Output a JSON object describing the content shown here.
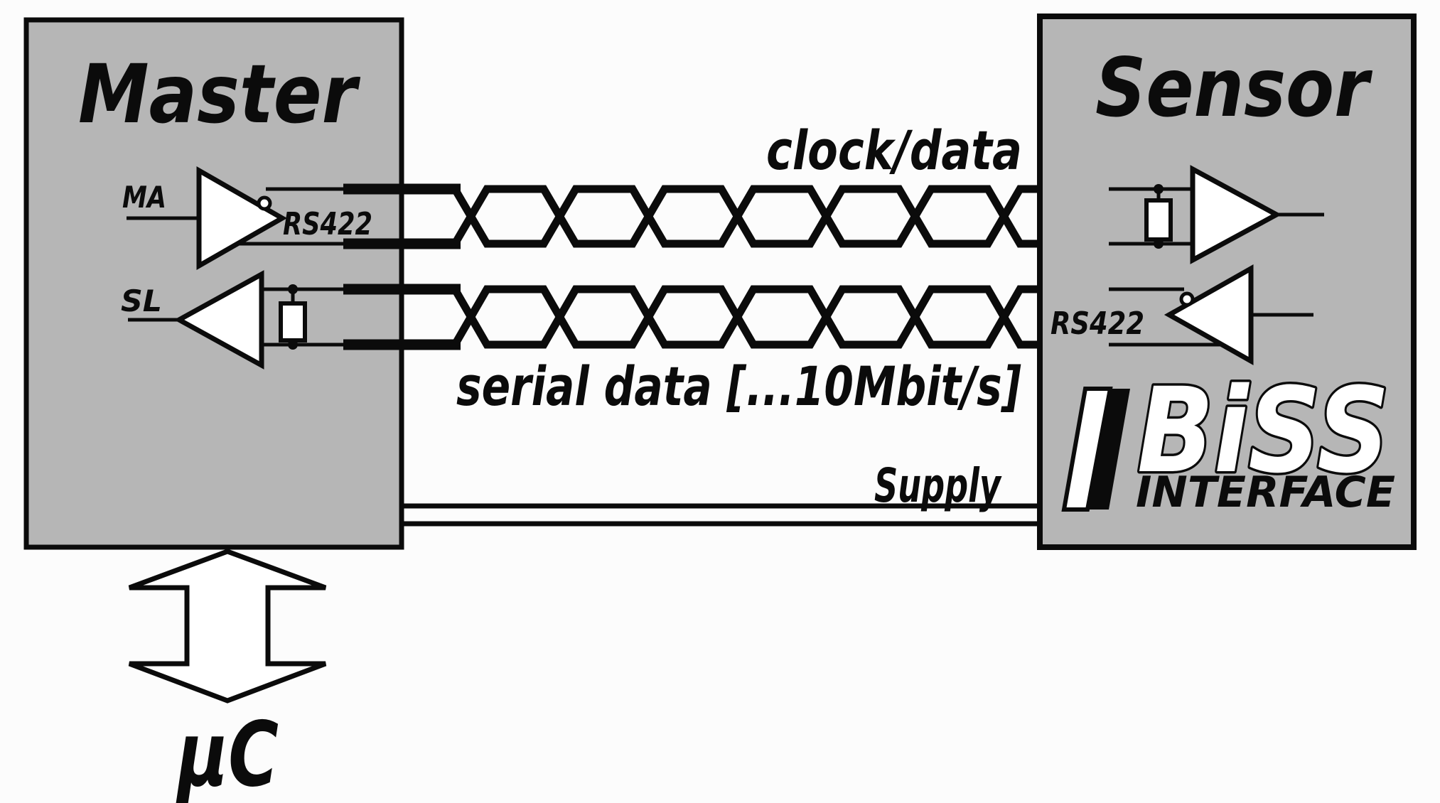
{
  "colors": {
    "box_fill": "#b6b6b6",
    "ink": "#0b0b0b",
    "background": "#fcfcfc",
    "shape_fill": "#ffffff"
  },
  "master": {
    "title": "Master",
    "ma_label": "MA",
    "sl_label": "SL",
    "rs422_label": "RS422",
    "micro_label": "µC"
  },
  "sensor": {
    "title": "Sensor",
    "rs422_label": "RS422",
    "logo_brand": "BiSS",
    "logo_sub": "INTERFACE"
  },
  "cables": {
    "clock_data_label": "clock/data",
    "serial_data_label": "serial data [...10Mbit/s]",
    "supply_label": "Supply"
  }
}
